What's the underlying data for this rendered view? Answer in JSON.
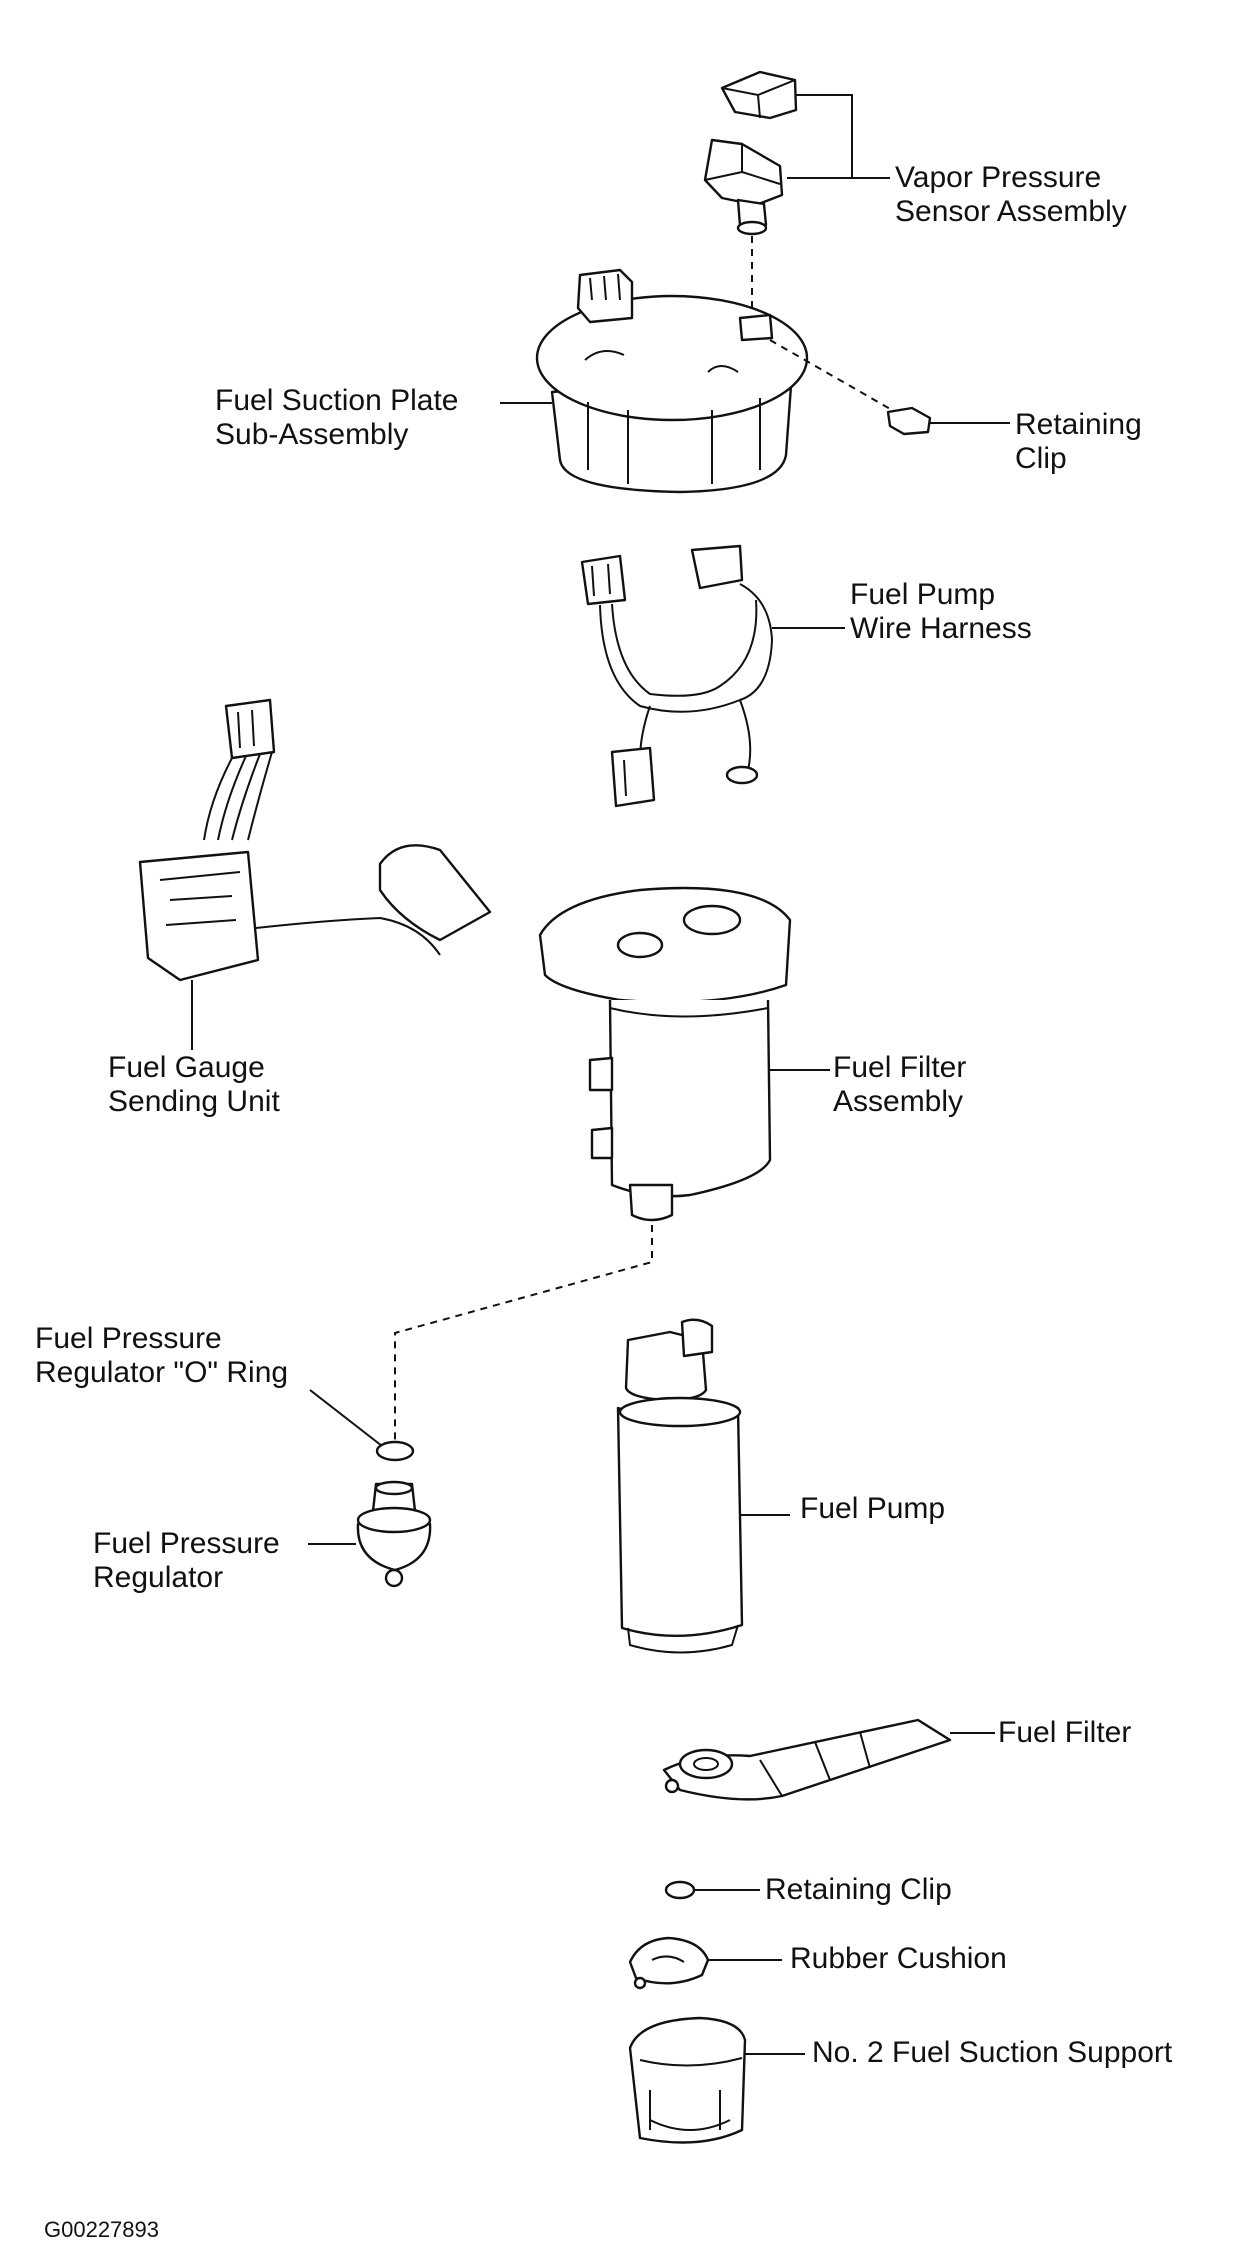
{
  "labels": {
    "vapor_sensor": [
      "Vapor Pressure",
      "Sensor Assembly"
    ],
    "suction_plate": [
      "Fuel Suction Plate",
      "Sub-Assembly"
    ],
    "retaining_clip_top": [
      "Retaining",
      "Clip"
    ],
    "wire_harness": [
      "Fuel Pump",
      "Wire Harness"
    ],
    "gauge_unit": [
      "Fuel Gauge",
      "Sending Unit"
    ],
    "filter_assembly": [
      "Fuel Filter",
      "Assembly"
    ],
    "o_ring": [
      "Fuel Pressure",
      "Regulator \"O\" Ring"
    ],
    "pressure_regulator": [
      "Fuel Pressure",
      "Regulator"
    ],
    "fuel_pump": "Fuel Pump",
    "fuel_filter": "Fuel Filter",
    "retaining_clip_bottom": "Retaining Clip",
    "rubber_cushion": "Rubber Cushion",
    "suction_support": "No. 2 Fuel Suction Support"
  },
  "figure_code": "G00227893",
  "colors": {
    "line": "#111111",
    "background": "#ffffff"
  }
}
